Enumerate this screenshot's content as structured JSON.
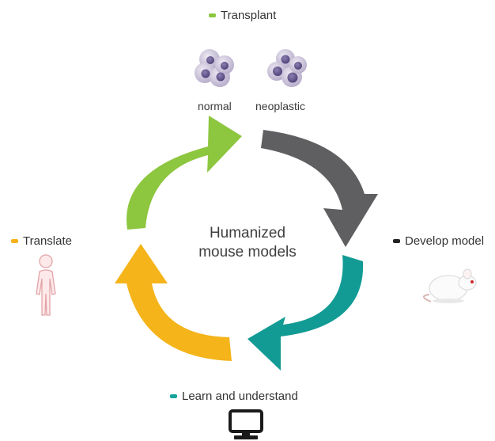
{
  "center": {
    "line1": "Humanized",
    "line2": "mouse models"
  },
  "steps": {
    "transplant": {
      "label": "Transplant",
      "color": "#8dc63f"
    },
    "develop": {
      "label": "Develop model",
      "color": "#222222"
    },
    "learn": {
      "label": "Learn and understand",
      "color": "#16a39a"
    },
    "translate": {
      "label": "Translate",
      "color": "#f7b219"
    }
  },
  "cells": {
    "normal": "normal",
    "neoplastic": "neoplastic"
  },
  "arrow_colors": {
    "green": "#8dc63f",
    "gray": "#5f5f61",
    "teal": "#129b94",
    "yellow": "#f4b41a"
  },
  "icons": [
    "cell-cluster-icon",
    "mouse-icon",
    "computer-icon",
    "human-figure-icon"
  ]
}
